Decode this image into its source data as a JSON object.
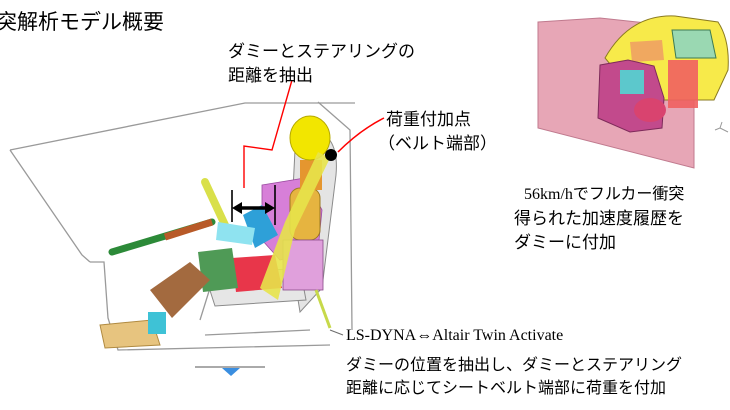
{
  "title": "突解析モデル概要",
  "annotations": {
    "steering_distance": [
      "ダミーとステアリングの",
      "距離を抽出"
    ],
    "load_point": [
      "荷重付加点",
      "（ベルト端部）"
    ],
    "crash": [
      "56km/hでフルカー衝突",
      "得られた加速度履歴を",
      "ダミーに付加"
    ],
    "coupling": [
      "LS-DYNA⇔Altair Twin Activate",
      "ダミーの位置を抽出し、ダミーとステアリング",
      "距離に応じてシートベルト端部に荷重を付加"
    ]
  },
  "colors": {
    "leader_line": "#ff0000",
    "dummy_head": "#f2e600",
    "dummy_torso": "#d77fd8",
    "steering_column": "#b85a28",
    "car_body": "#f7ea4a",
    "barrier": "#e7a6b6"
  }
}
